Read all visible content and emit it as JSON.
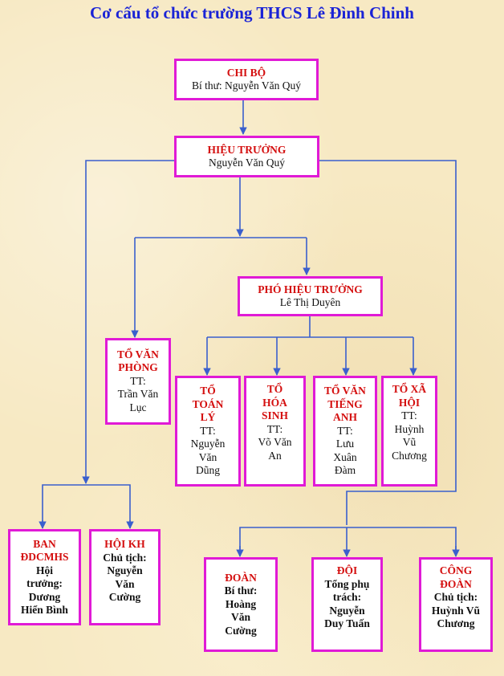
{
  "title": "Cơ cấu tổ chức trường THCS Lê Đình Chinh",
  "colors": {
    "title": "#1a23d6",
    "box_border": "#e01ad6",
    "heading_text": "#d40f0f",
    "connector": "#3a5fcd"
  },
  "nodes": {
    "chi_bo": {
      "heading": "CHI BỘ",
      "line1": "Bí thư: Nguyễn Văn Quý"
    },
    "hieu_truong": {
      "heading": "HIỆU TRƯỞNG",
      "line1": "Nguyễn Văn Quý"
    },
    "pho_hieu_truong": {
      "heading": "PHÓ HIỆU TRƯỞNG",
      "line1": "Lê Thị Duyên"
    },
    "to_van_phong": {
      "heading1": "TỔ VĂN",
      "heading2": "PHÒNG",
      "line1": "TT:",
      "line2": "Trần Văn",
      "line3": "Lục"
    },
    "to_toan_ly": {
      "heading1": "TỔ",
      "heading2": "TOÁN",
      "heading3": "LÝ",
      "line1": "TT:",
      "line2": "Nguyễn",
      "line3": "Văn",
      "line4": "Dũng"
    },
    "to_hoa_sinh": {
      "heading1": "TỔ",
      "heading2": "HÓA",
      "heading3": "SINH",
      "line1": "TT:",
      "line2": "Võ Văn",
      "line3": "An"
    },
    "to_van_tieng_anh": {
      "heading1": "TỔ VĂN",
      "heading2": "TIẾNG",
      "heading3": "ANH",
      "line1": "TT:",
      "line2": "Lưu",
      "line3": "Xuân",
      "line4": "Đàm"
    },
    "to_xa_hoi": {
      "heading1": "TỔ XÃ",
      "heading2": "HỘI",
      "line1": "TT:",
      "line2": "Huỳnh",
      "line3": "Vũ",
      "line4": "Chương"
    },
    "ban_ddcmhs": {
      "heading1": "BAN",
      "heading2": "ĐDCMHS",
      "line1": "Hội",
      "line2": "trưởng:",
      "line3": "Dương",
      "line4": "Hiển Bình"
    },
    "hoi_kh": {
      "heading1": "HỘI KH",
      "line1": "Chủ tịch:",
      "line2": "Nguyễn",
      "line3": "Văn",
      "line4": "Cường"
    },
    "doan": {
      "heading1": "ĐOÀN",
      "line1": "Bí thư:",
      "line2": "Hoàng",
      "line3": "Văn",
      "line4": "Cường"
    },
    "doi": {
      "heading1": "ĐỘI",
      "line1": "Tổng phụ",
      "line2": "trách:",
      "line3": "Nguyễn",
      "line4": "Duy Tuấn"
    },
    "cong_doan": {
      "heading1": "CÔNG",
      "heading2": "ĐOÀN",
      "line1": "Chủ tịch:",
      "line2": "Huỳnh Vũ",
      "line3": "Chương"
    }
  }
}
